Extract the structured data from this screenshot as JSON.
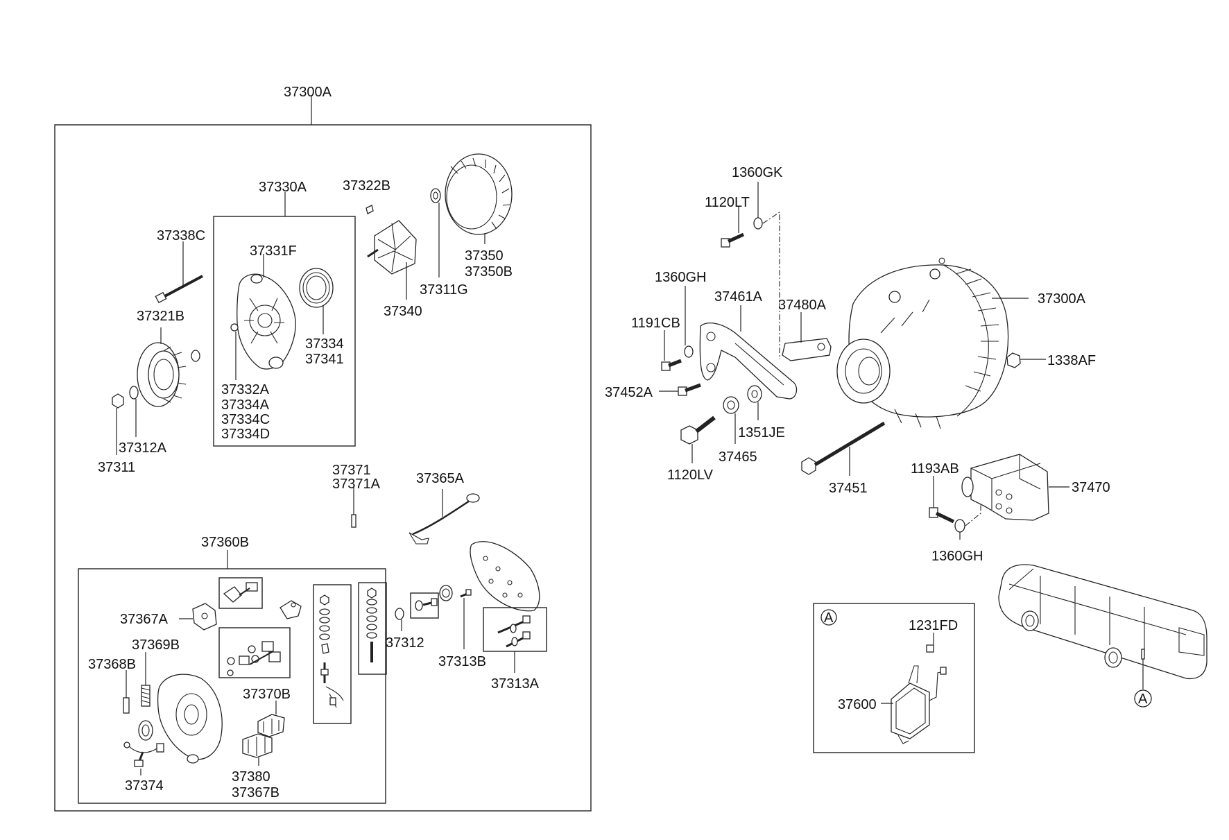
{
  "labels": {
    "a37300A_top": "37300A",
    "a37330A": "37330A",
    "a37322B": "37322B",
    "a37338C": "37338C",
    "a37331F": "37331F",
    "a37350": "37350",
    "a37350B": "37350B",
    "a37311G": "37311G",
    "a37340": "37340",
    "a37321B": "37321B",
    "a37334": "37334",
    "a37341": "37341",
    "a37332A": "37332A",
    "a37334A": "37334A",
    "a37334C": "37334C",
    "a37334D": "37334D",
    "a37312A": "37312A",
    "a37311": "37311",
    "a37371": "37371",
    "a37371A": "37371A",
    "a37365A": "37365A",
    "a37360B": "37360B",
    "a37367A": "37367A",
    "a37369B": "37369B",
    "a37368B": "37368B",
    "a37312": "37312",
    "a37313B": "37313B",
    "a37313A": "37313A",
    "a37370B": "37370B",
    "a37374": "37374",
    "a37380": "37380",
    "a37367B": "37367B",
    "a1360GK": "1360GK",
    "a1120LT": "1120LT",
    "a1360GH_top": "1360GH",
    "a37461A": "37461A",
    "a37480A": "37480A",
    "a37300A_right": "37300A",
    "a1191CB": "1191CB",
    "a1338AF": "1338AF",
    "a37452A": "37452A",
    "a1351JE": "1351JE",
    "a37465": "37465",
    "a1120LV": "1120LV",
    "a37451": "37451",
    "a1193AB": "1193AB",
    "a37470": "37470",
    "a1360GH_bot": "1360GH",
    "a1231FD": "1231FD",
    "a37600": "37600",
    "ref_A_box": "A",
    "ref_A_bus": "A"
  }
}
